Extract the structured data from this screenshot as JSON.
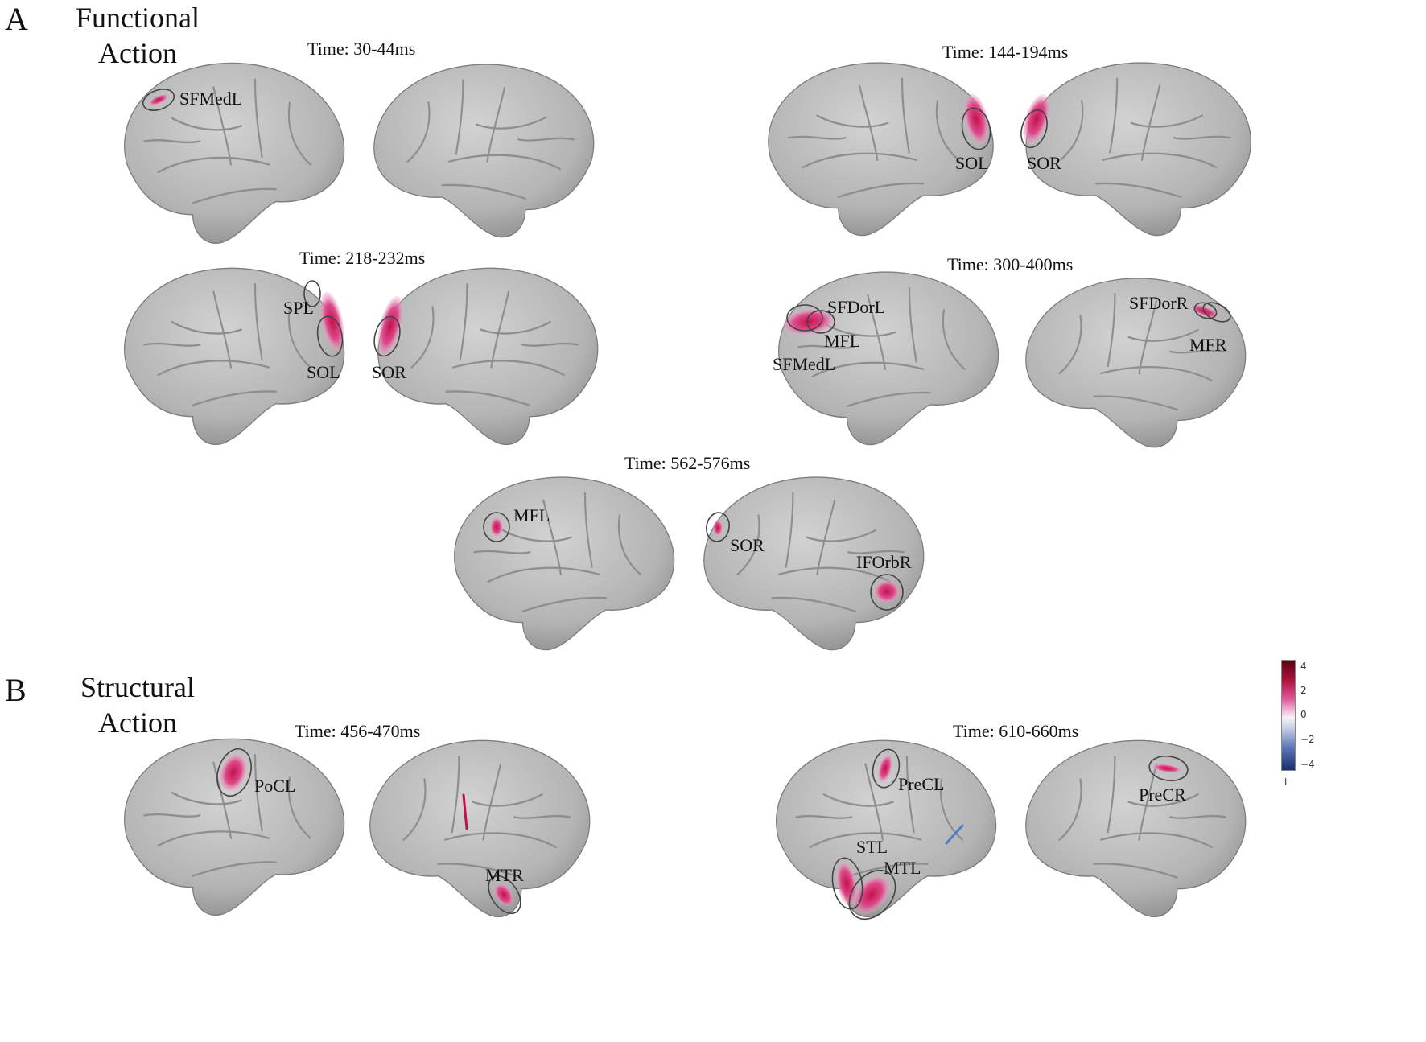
{
  "panels": [
    {
      "letter": "A",
      "title_line1": "Functional",
      "title_line2": "Action",
      "windows": [
        {
          "time": "Time: 30-44ms",
          "regions": [
            "SFMedL"
          ]
        },
        {
          "time": "Time: 144-194ms",
          "regions": [
            "SOL",
            "SOR"
          ]
        },
        {
          "time": "Time: 218-232ms",
          "regions": [
            "SPL",
            "SOL",
            "SOR"
          ]
        },
        {
          "time": "Time: 300-400ms",
          "regions": [
            "SFDorL",
            "MFL",
            "SFMedL",
            "SFDorR",
            "MFR"
          ]
        },
        {
          "time": "Time: 562-576ms",
          "regions": [
            "MFL",
            "SOR",
            "IFOrbR"
          ]
        }
      ]
    },
    {
      "letter": "B",
      "title_line1": "Structural",
      "title_line2": "Action",
      "windows": [
        {
          "time": "Time: 456-470ms",
          "regions": [
            "PoCL",
            "MTR"
          ]
        },
        {
          "time": "Time: 610-660ms",
          "regions": [
            "PreCL",
            "STL",
            "MTL",
            "PreCR"
          ]
        }
      ]
    }
  ],
  "colorbar": {
    "ticks": [
      "4",
      "2",
      "0",
      "−2",
      "−4"
    ],
    "label": "t",
    "colors": [
      "#5a0010",
      "#b0123c",
      "#e0569a",
      "#f4f4f4",
      "#5a74b8",
      "#1a2d70"
    ]
  }
}
